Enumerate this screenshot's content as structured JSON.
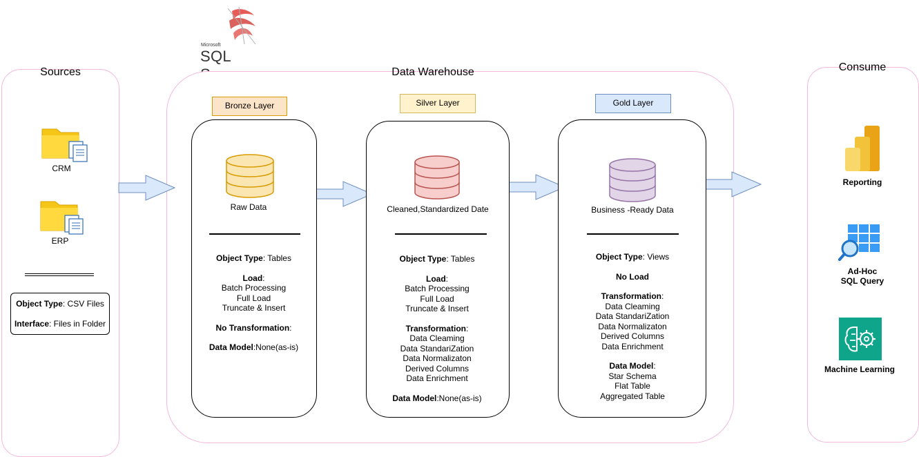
{
  "logo": {
    "vendor": "Microsoft",
    "product": "SQL Server"
  },
  "sources": {
    "title": "Sources",
    "items": [
      {
        "label": "CRM",
        "icon": "folder-icon"
      },
      {
        "label": "ERP",
        "icon": "folder-icon"
      }
    ],
    "object_type_label": "Object Type",
    "object_type_value": ": CSV Files",
    "interface_label": "Interface",
    "interface_value": ": Files in Folder"
  },
  "warehouse": {
    "title": "Data Warehouse",
    "bronze": {
      "tag": "Bronze Layer",
      "caption": "Raw Data",
      "object_type_label": "Object Type",
      "object_type_value": ": Tables",
      "load_label": "Load",
      "load_suffix": ":",
      "load_items": [
        "Batch Processing",
        "Full Load",
        "Truncate & Insert"
      ],
      "transformation_label": "No Transformation",
      "transformation_suffix": ":",
      "data_model_label": "Data Model",
      "data_model_value": ":None(as-is)"
    },
    "silver": {
      "tag": "Silver Layer",
      "caption": "Cleaned,Standardized Date",
      "object_type_label": "Object Type",
      "object_type_value": ": Tables",
      "load_label": "Load",
      "load_suffix": ":",
      "load_items": [
        "Batch Processing",
        "Full Load",
        "Truncate & Insert"
      ],
      "transformation_label": "Transformation",
      "transformation_suffix": ":",
      "transformation_items": [
        "Data Cleaming",
        "Data StandariZation",
        "Data Normalizaton",
        "Derived Columns",
        "Data Enrichment"
      ],
      "data_model_label": "Data Model",
      "data_model_value": ":None(as-is)"
    },
    "gold": {
      "tag": "Gold Layer",
      "caption": "Business -Ready Data",
      "object_type_label": "Object Type",
      "object_type_value": ": Views",
      "load_label": "No Load",
      "transformation_label": "Transformation",
      "transformation_suffix": ":",
      "transformation_items": [
        "Data Cleaming",
        "Data StandariZation",
        "Data Normalizaton",
        "Derived Columns",
        "Data Enrichment"
      ],
      "data_model_label": "Data Model",
      "data_model_suffix": ":",
      "data_model_items": [
        "Star Schema",
        "Flat Table",
        "Aggregated Table"
      ]
    }
  },
  "consume": {
    "title": "Consume",
    "items": [
      {
        "label": "Reporting",
        "icon": "power-bi-icon"
      },
      {
        "label_line1": "Ad-Hoc",
        "label_line2": "SQL Query",
        "icon": "sql-query-icon"
      },
      {
        "label": "Machine Learning",
        "icon": "machine-learning-icon"
      }
    ]
  },
  "colors": {
    "panel_border": "#f4b8dc",
    "bronze_fill": "#fce4c8",
    "bronze_border": "#d79b00",
    "bronze_db": "#fbe5b0",
    "silver_fill": "#fff2cc",
    "silver_border": "#d6b656",
    "silver_db": "#f8cecc",
    "silver_db_border": "#b85450",
    "gold_fill": "#dae8fc",
    "gold_border": "#6c8ebf",
    "gold_db": "#e1d5e7",
    "gold_db_border": "#9673a6",
    "arrow_fill": "#dae8fc",
    "arrow_border": "#6c8ebf"
  }
}
